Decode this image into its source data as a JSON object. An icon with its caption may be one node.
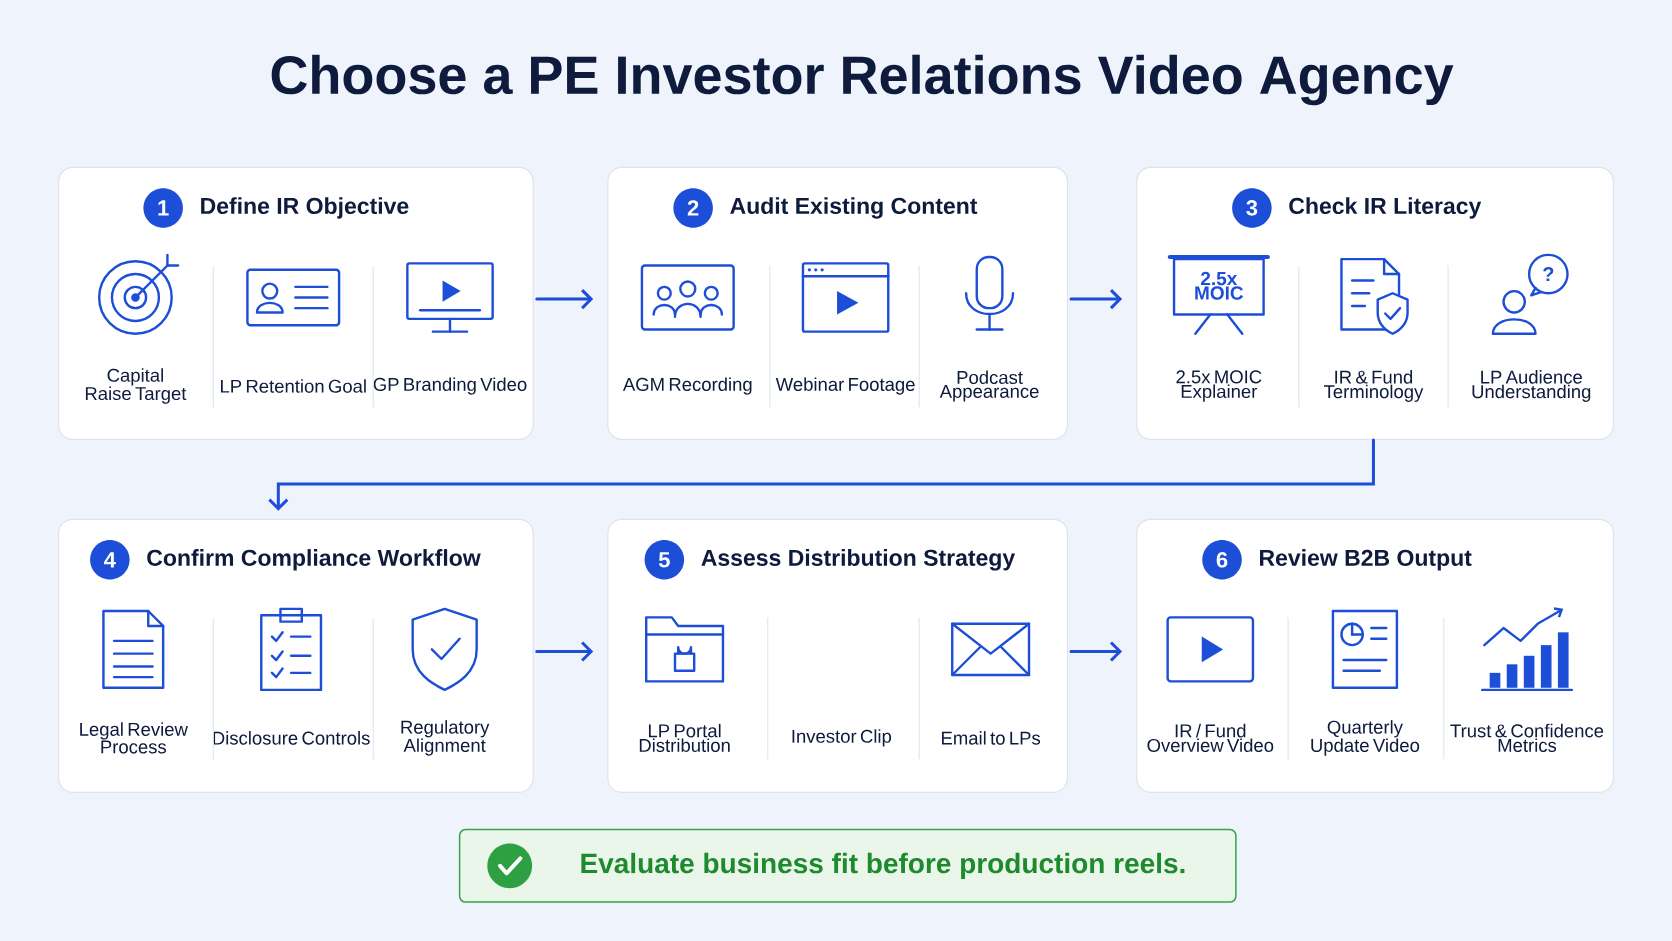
{
  "diagram": {
    "title": "Choose a PE Investor Relations Video Agency",
    "nodes": [
      {
        "text": [
          "1",
          "Define IR Objective"
        ]
      },
      {
        "text": [
          "Capital Raise Target"
        ],
        "in": 0
      },
      {
        "text": [
          "LP Retention Goal"
        ],
        "in": 0
      },
      {
        "text": [
          "GP Branding Video"
        ],
        "in": 0
      },
      {
        "text": [
          "2",
          "Audit Existing Content"
        ]
      },
      {
        "text": [
          "AGM Recording"
        ],
        "in": 4
      },
      {
        "text": [
          "Webinar Footage"
        ],
        "in": 4
      },
      {
        "text": [
          "Podcast Appearance"
        ],
        "in": 4
      },
      {
        "text": [
          "3",
          "Check IR Literacy"
        ]
      },
      {
        "text": [
          "2.5x MOIC Explainer"
        ],
        "in": 8
      },
      {
        "text": [
          "IR & Fund Terminology"
        ],
        "in": 8
      },
      {
        "text": [
          "LP Audience Understanding"
        ],
        "in": 8
      },
      {
        "text": [
          "4",
          "Confirm Compliance Workflow"
        ]
      },
      {
        "text": [
          "Legal Review Process"
        ],
        "in": 12
      },
      {
        "text": [
          "Disclosure Controls"
        ],
        "in": 12
      },
      {
        "text": [
          "Regulatory Alignment"
        ],
        "in": 12
      },
      {
        "text": [
          "5",
          "Assess Distribution Strategy"
        ]
      },
      {
        "text": [
          "LP Portal Distribution"
        ],
        "in": 16
      },
      {
        "text": [
          "Investor Clip"
        ],
        "in": 16
      },
      {
        "text": [
          "Email to LPs"
        ],
        "in": 16
      },
      {
        "text": [
          "6",
          "Review B2B Output"
        ]
      },
      {
        "text": [
          "IR / Fund Overview Video"
        ],
        "in": 20
      },
      {
        "text": [
          "Quarterly Update Video"
        ],
        "in": 20
      },
      {
        "text": [
          "Trust & Confidence Metrics"
        ],
        "in": 20
      },
      {
        "text": [
          "Evaluate business fit before production reels."
        ]
      }
    ],
    "edges": [
      {
        "from": 0,
        "to": 4,
        "arrow": "to"
      },
      {
        "from": 4,
        "to": 8,
        "arrow": "to"
      },
      {
        "from": 8,
        "to": 12,
        "arrow": "to"
      },
      {
        "from": 12,
        "to": 16,
        "arrow": "to"
      },
      {
        "from": 16,
        "to": 20,
        "arrow": "to"
      }
    ],
    "labels": [
      "2.5x MOIC",
      "?"
    ]
  }
}
